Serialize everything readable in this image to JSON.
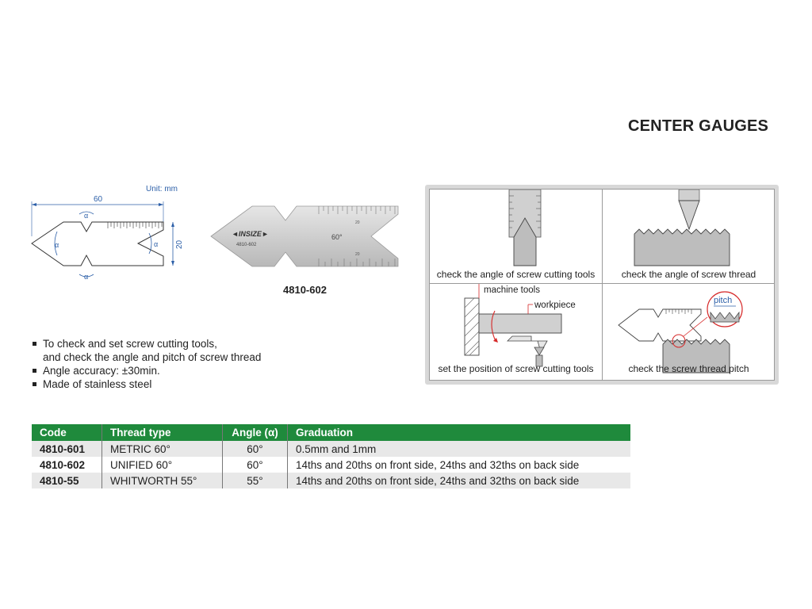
{
  "title": "CENTER GAUGES",
  "drawing": {
    "unit": "Unit: mm",
    "length": "60",
    "height": "20",
    "alpha": "α"
  },
  "photo": {
    "brand": "INSIZE",
    "code": "4810-602",
    "angle": "60°",
    "scale_a": "20",
    "scale_b": "20"
  },
  "model_label": "4810-602",
  "features": [
    {
      "line1": "To check and set screw cutting tools,",
      "line2": "and check the angle and pitch of screw thread"
    },
    {
      "line1": "Angle accuracy: ±30min."
    },
    {
      "line1": "Made of stainless steel"
    }
  ],
  "usage": {
    "cells": [
      {
        "caption": "check the angle of screw cutting tools"
      },
      {
        "caption": "check the angle of screw thread"
      },
      {
        "caption": "set the position of screw cutting tools",
        "label_a": "machine tools",
        "label_b": "workpiece"
      },
      {
        "caption": "check the screw thread pitch",
        "label_a": "pitch"
      }
    ]
  },
  "table": {
    "headers": [
      "Code",
      "Thread type",
      "Angle (α)",
      "Graduation"
    ],
    "rows": [
      [
        "4810-601",
        "METRIC 60°",
        "60°",
        "0.5mm and 1mm"
      ],
      [
        "4810-602",
        "UNIFIED 60°",
        "60°",
        "14ths and 20ths on front side, 24ths and 32ths on back side"
      ],
      [
        "4810-55",
        "WHITWORTH 55°",
        "55°",
        "14ths and 20ths on front side, 24ths and 32ths on back side"
      ]
    ]
  },
  "colors": {
    "header_green": "#1f8a3c",
    "dimension_blue": "#2c5fa8",
    "accent_red": "#d62828"
  }
}
